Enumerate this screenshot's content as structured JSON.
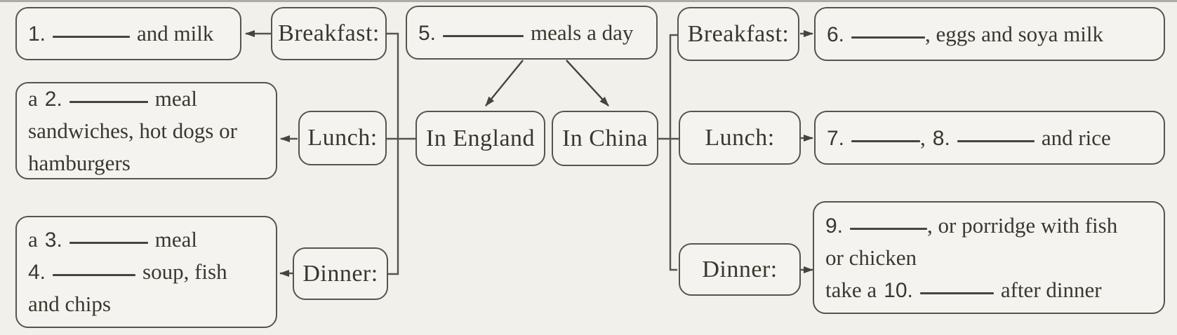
{
  "meta": {
    "title_hint": "Meals in England and China worksheet flowchart",
    "ink_color": "#39382f",
    "border_color": "#55544e",
    "paper_color": "#f2f0eb"
  },
  "center": {
    "meals_per_day": {
      "num": "5.",
      "text": "meals a day"
    },
    "england_label": "In England",
    "china_label": "In China"
  },
  "england": {
    "breakfast_label": "Breakfast:",
    "lunch_label": "Lunch:",
    "dinner_label": "Dinner:",
    "breakfast_item": {
      "num": "1.",
      "text": "and milk"
    },
    "lunch_item": {
      "pre": "a",
      "num": "2.",
      "text": "meal",
      "line2": "sandwiches, hot dogs or",
      "line3": "hamburgers"
    },
    "dinner_item": {
      "pre": "a",
      "num": "3.",
      "text": "meal",
      "num2": "4.",
      "text2": "soup, fish",
      "line3": "and chips"
    }
  },
  "china": {
    "breakfast_label": "Breakfast:",
    "lunch_label": "Lunch:",
    "dinner_label": "Dinner:",
    "breakfast_item": {
      "num": "6.",
      "text": ", eggs and soya milk"
    },
    "lunch_item": {
      "num": "7.",
      "comma": ",",
      "num2": "8.",
      "text": "and rice"
    },
    "dinner_item": {
      "num": "9.",
      "text": ", or porridge with fish",
      "line2": "or chicken",
      "line3_pre": "take a",
      "num2": "10.",
      "line3_post": "after dinner"
    }
  }
}
